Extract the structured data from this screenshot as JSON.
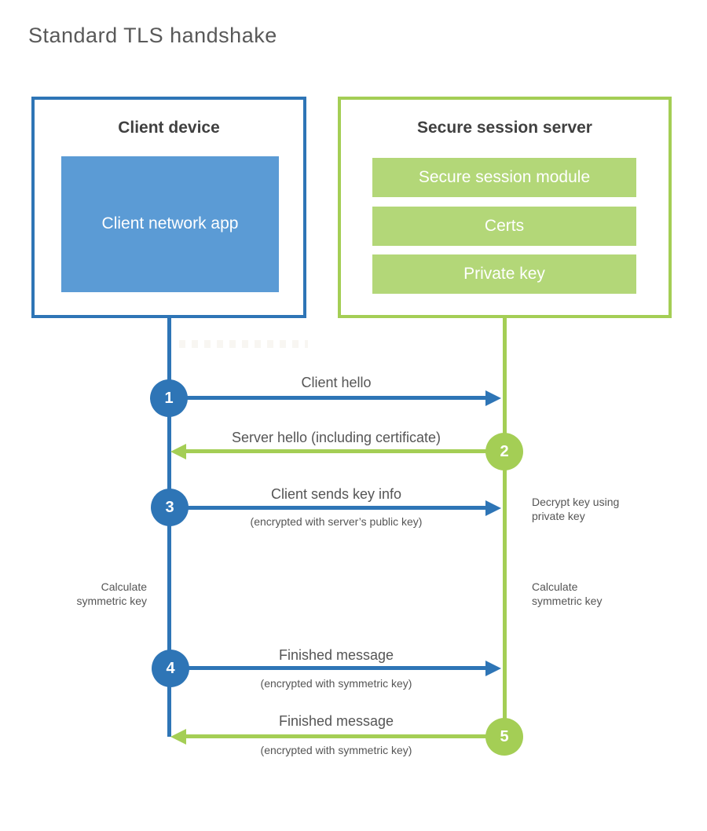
{
  "title": "Standard TLS handshake",
  "colors": {
    "blue": "#2e75b6",
    "blue_fill": "#5b9bd5",
    "green": "#a4ce55",
    "green_fill": "#b3d778",
    "heading_text": "#404040",
    "label_text": "#555555"
  },
  "client_box": {
    "title": "Client device",
    "app_label": "Client network app"
  },
  "server_box": {
    "title": "Secure session server",
    "modules": [
      "Secure session module",
      "Certs",
      "Private key"
    ]
  },
  "messages": [
    {
      "num": "1",
      "label": "Client hello",
      "sub": "",
      "direction": "client-to-server"
    },
    {
      "num": "2",
      "label": "Server hello (including certificate)",
      "sub": "",
      "direction": "server-to-client"
    },
    {
      "num": "3",
      "label": "Client sends key info",
      "sub": "(encrypted with server’s public key)",
      "direction": "client-to-server"
    },
    {
      "num": "4",
      "label": "Finished message",
      "sub": "(encrypted with symmetric key)",
      "direction": "client-to-server"
    },
    {
      "num": "5",
      "label": "Finished message",
      "sub": "(encrypted with symmetric key)",
      "direction": "server-to-client"
    }
  ],
  "side_notes": {
    "decrypt": "Decrypt key using private key",
    "calc_left": "Calculate symmetric key",
    "calc_right": "Calculate symmetric key"
  }
}
